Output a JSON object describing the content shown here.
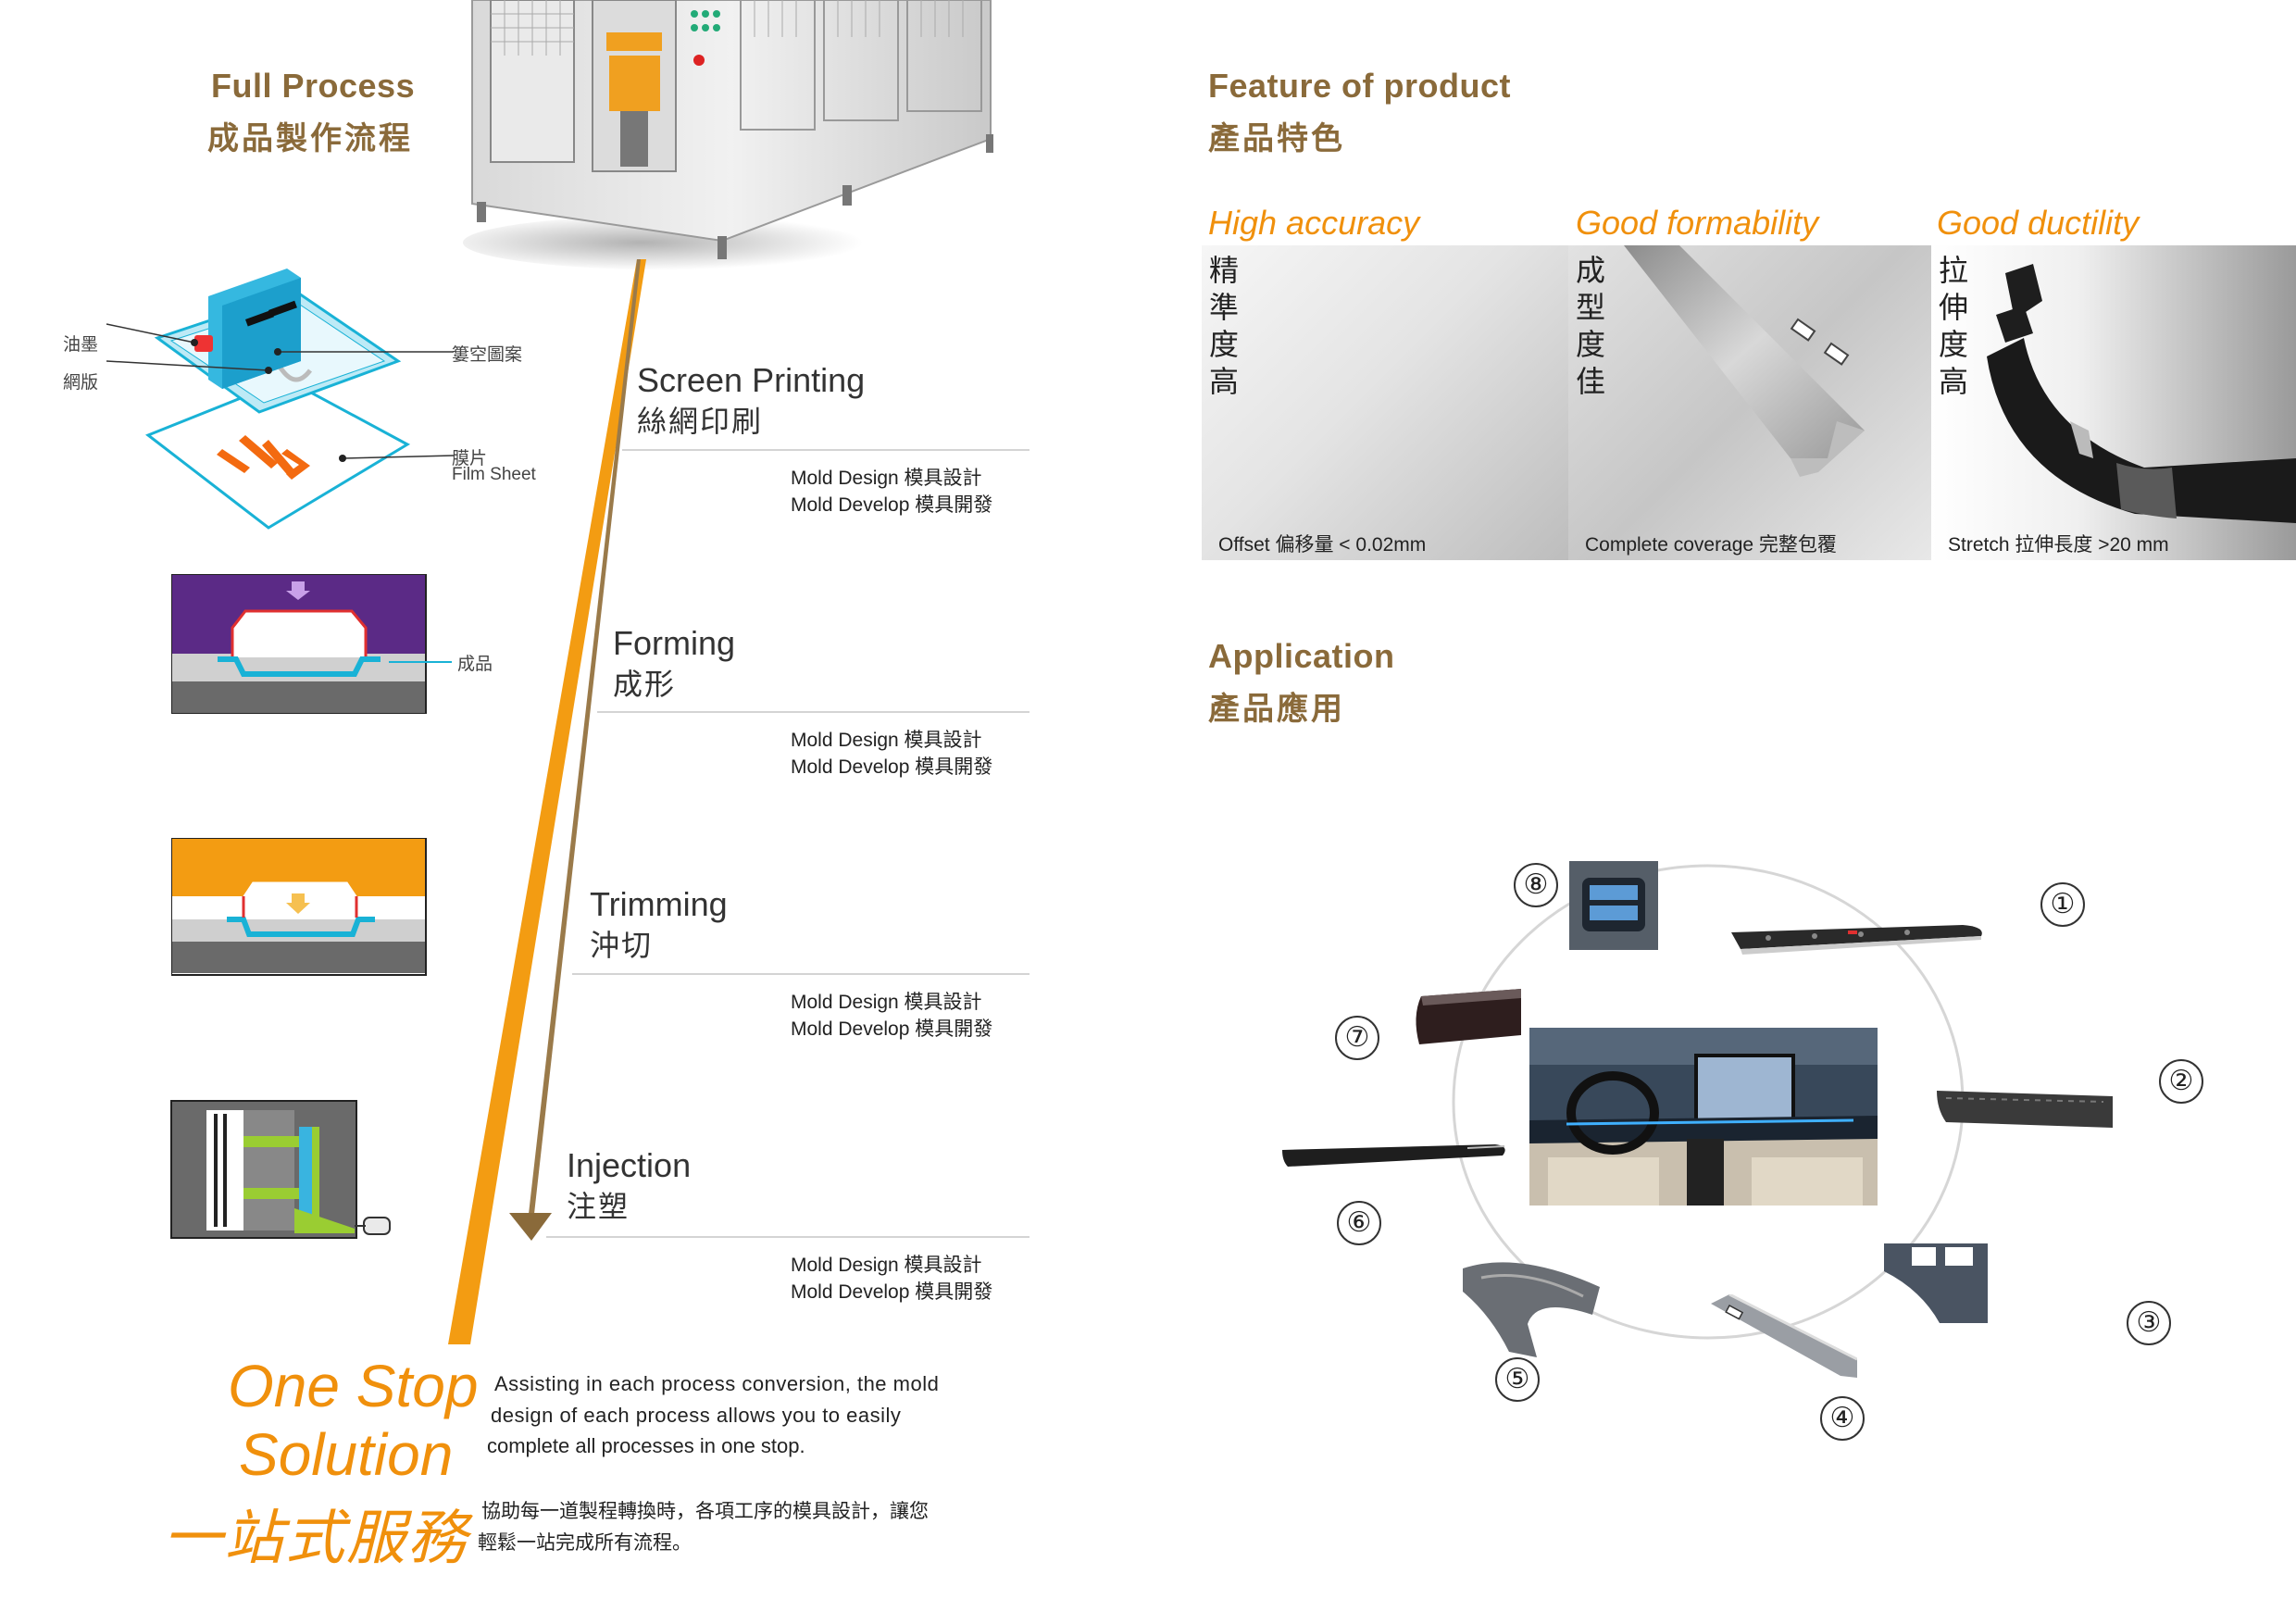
{
  "process": {
    "title_en": "Full Process",
    "title_zh": "成品製作流程",
    "screen_labels": {
      "ink": "油墨",
      "screen": "網版",
      "hollow_pattern": "簍空圖案",
      "film_zh": "膜片",
      "film_en": "Film Sheet",
      "product": "成品"
    },
    "steps": [
      {
        "en": "Screen Printing",
        "zh": "絲網印刷",
        "line1": "Mold Design 模具設計",
        "line2": "Mold Develop 模具開發"
      },
      {
        "en": "Forming",
        "zh": "成形",
        "line1": "Mold Design 模具設計",
        "line2": "Mold Develop 模具開發"
      },
      {
        "en": "Trimming",
        "zh": "沖切",
        "line1": "Mold Design 模具設計",
        "line2": "Mold Develop 模具開發"
      },
      {
        "en": "Injection",
        "zh": "注塑",
        "line1": "Mold Design 模具設計",
        "line2": "Mold Develop 模具開發"
      }
    ],
    "one_stop": {
      "en_line1": "One Stop",
      "en_line2": "Solution",
      "zh": "一站式服務",
      "desc_en_1": "Assisting in each process conversion, the mold",
      "desc_en_2": "design of each process allows you to easily",
      "desc_en_3": "complete all processes in one stop.",
      "desc_zh_1": "協助每一道製程轉換時，各項工序的模具設計，讓您",
      "desc_zh_2": "輕鬆一站完成所有流程。"
    }
  },
  "feature": {
    "title_en": "Feature of product",
    "title_zh": "產品特色",
    "items": [
      {
        "title": "High accuracy",
        "vertical": [
          "精",
          "準",
          "度",
          "高"
        ],
        "caption": "Offset 偏移量 < 0.02mm"
      },
      {
        "title": "Good formability",
        "vertical": [
          "成",
          "型",
          "度",
          "佳"
        ],
        "caption": "Complete coverage  完整包覆"
      },
      {
        "title": "Good ductility",
        "vertical": [
          "拉",
          "伸",
          "度",
          "高"
        ],
        "caption": "Stretch 拉伸長度 >20 mm"
      }
    ]
  },
  "application": {
    "title_en": "Application",
    "title_zh": "產品應用",
    "numbers": [
      "①",
      "②",
      "③",
      "④",
      "⑤",
      "⑥",
      "⑦",
      "⑧"
    ]
  },
  "colors": {
    "gold": "#8a6a3a",
    "orange": "#f0900c",
    "purple": "#5b2a86",
    "cyan": "#19b2d6",
    "green": "#9acd32"
  }
}
